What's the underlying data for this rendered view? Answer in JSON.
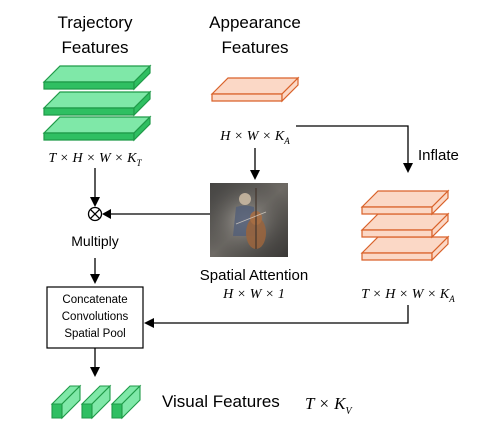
{
  "trajectory": {
    "title_line1": "Trajectory",
    "title_line2": "Features",
    "dim_label": "T × H × W × K",
    "dim_sub": "T"
  },
  "appearance": {
    "title_line1": "Appearance",
    "title_line2": "Features",
    "dim_label": "H × W × K",
    "dim_sub": "A"
  },
  "inflate_label": "Inflate",
  "inflated": {
    "dim_label": "T × H × W × K",
    "dim_sub": "A"
  },
  "attention": {
    "title": "Spatial Attention",
    "dim_label": "H × W × 1"
  },
  "multiply_label": "Multiply",
  "process_box": {
    "line1": "Concatenate",
    "line2": "Convolutions",
    "line3": "Spatial Pool"
  },
  "output": {
    "label": "Visual Features",
    "dim_label": "T × K",
    "dim_sub": "V"
  },
  "colors": {
    "green_top": "#7fe8a8",
    "green_side": "#2fbf62",
    "green_stroke": "#1f9a48",
    "orange_fill": "#fbd8c6",
    "orange_stroke": "#d9622a"
  }
}
